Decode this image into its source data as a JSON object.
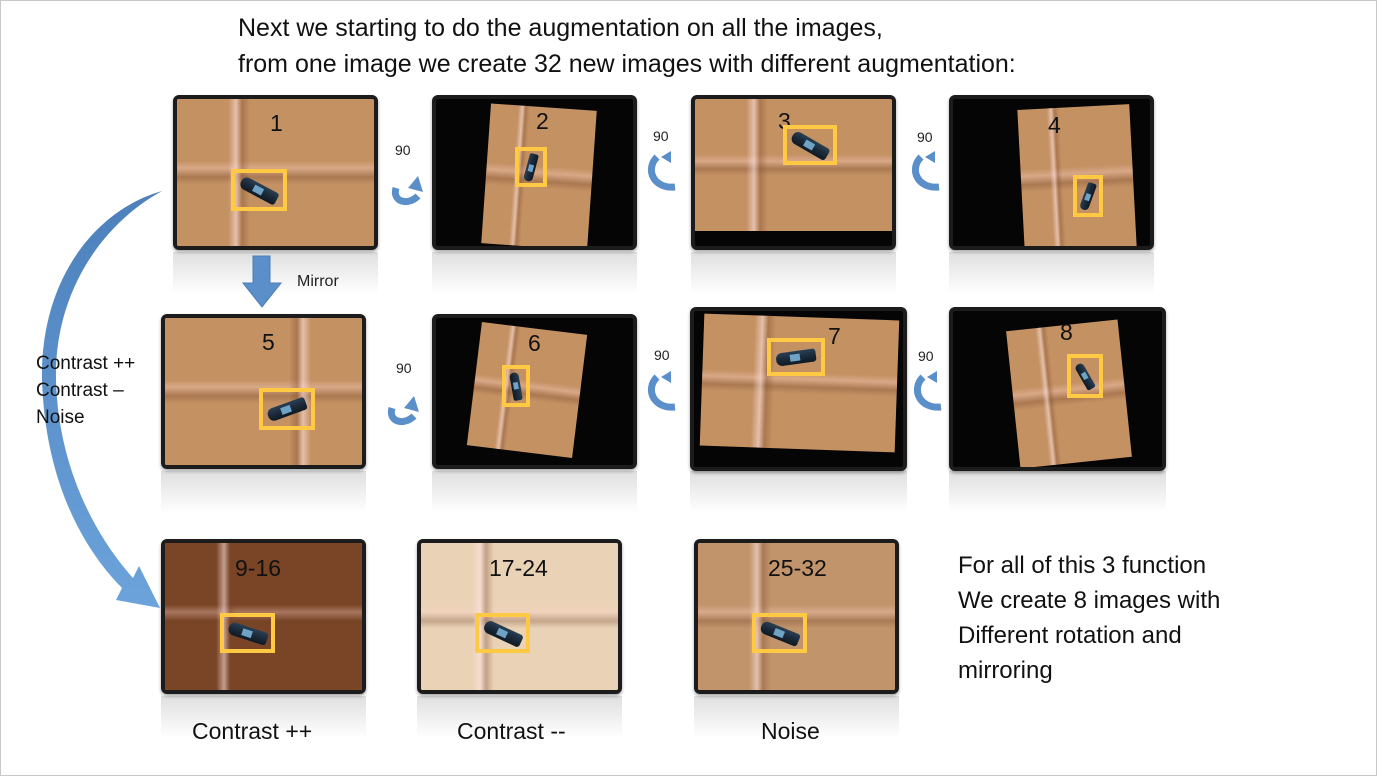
{
  "heading": {
    "line1": "Next we starting to do the augmentation on all the images,",
    "line2": "from one image we create 32 new images with different augmentation:"
  },
  "tiles": [
    {
      "label": "1"
    },
    {
      "label": "2"
    },
    {
      "label": "3"
    },
    {
      "label": "4"
    },
    {
      "label": "5"
    },
    {
      "label": "6"
    },
    {
      "label": "7"
    },
    {
      "label": "8"
    },
    {
      "label": "9-16"
    },
    {
      "label": "17-24"
    },
    {
      "label": "25-32"
    }
  ],
  "rotation_labels": [
    "90",
    "90",
    "90",
    "90",
    "90",
    "90"
  ],
  "mirror_label": "Mirror",
  "side_labels": [
    "Contrast ++",
    "Contrast –",
    "Noise"
  ],
  "captions": [
    "Contrast ++",
    "Contrast --",
    "Noise"
  ],
  "note_lines": [
    "For all of this 3 function",
    "We create 8 images with",
    "Different rotation and",
    "mirroring"
  ],
  "colors": {
    "arrow_blue": "#5b8fc9",
    "highlight_box": "#ffc943",
    "cardboard": "#c49163",
    "contrast_plus": "#7a4526",
    "contrast_minus": "#ead2b6",
    "noise": "#c2946b"
  }
}
